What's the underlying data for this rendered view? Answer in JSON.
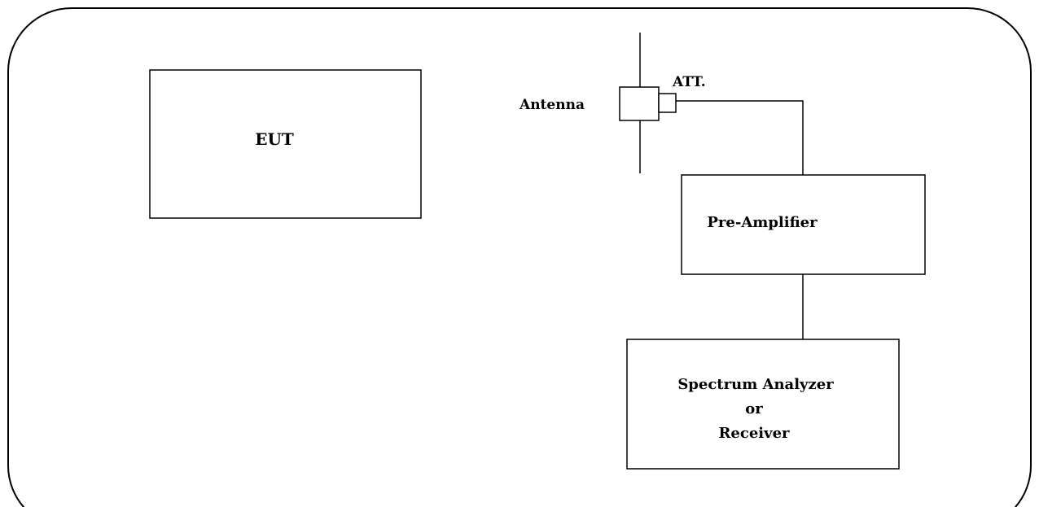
{
  "labels": {
    "eut": "EUT",
    "antenna": "Antenna",
    "attenuator": "ATT.",
    "pre_amplifier": "Pre-Amplifier",
    "analyzer_line1": "Spectrum Analyzer",
    "analyzer_line2": "or",
    "analyzer_line3": "Receiver"
  },
  "colors": {
    "stroke": "#000000",
    "background": "#ffffff"
  }
}
